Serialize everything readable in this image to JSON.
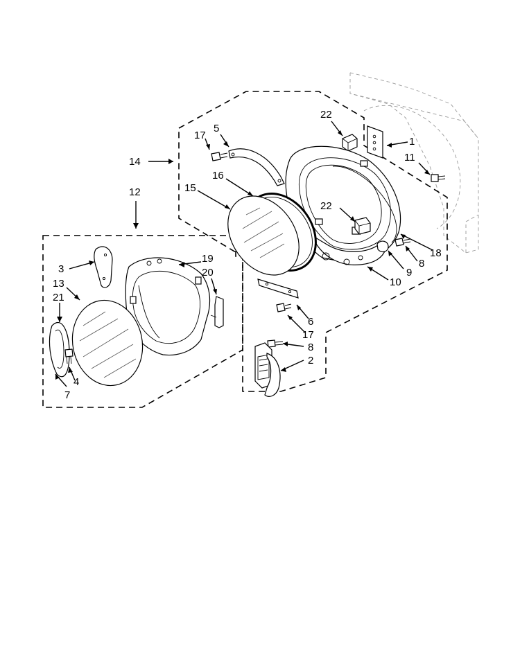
{
  "callouts": {
    "c1": "1",
    "c2": "2",
    "c3": "3",
    "c4": "4",
    "c5": "5",
    "c6": "6",
    "c7": "7",
    "c8a": "8",
    "c8b": "8",
    "c9": "9",
    "c10": "10",
    "c11": "11",
    "c12": "12",
    "c13": "13",
    "c14": "14",
    "c15": "15",
    "c16": "16",
    "c17a": "17",
    "c17b": "17",
    "c18": "18",
    "c19": "19",
    "c20": "20",
    "c21": "21",
    "c22a": "22",
    "c22b": "22"
  },
  "colors": {
    "line": "#000000",
    "ghost": "#9a9a9a",
    "background": "#ffffff"
  }
}
